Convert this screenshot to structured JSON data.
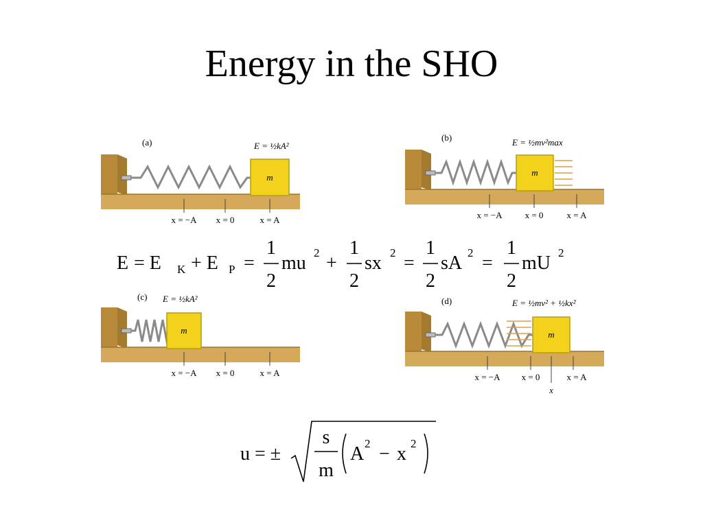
{
  "title": "Energy in the SHO",
  "panels": [
    {
      "id": "a",
      "label": "(a)",
      "energy": "E = ½kA²",
      "positions": [
        "x = −A",
        "x = 0",
        "x = A"
      ],
      "mass_label": "m"
    },
    {
      "id": "b",
      "label": "(b)",
      "energy": "E = ½mv²max",
      "positions": [
        "x = −A",
        "x = 0",
        "x = A"
      ],
      "mass_label": "m"
    },
    {
      "id": "c",
      "label": "(c)",
      "energy": "E = ½kA²",
      "positions": [
        "x = −A",
        "x = 0",
        "x = A"
      ],
      "mass_label": "m"
    },
    {
      "id": "d",
      "label": "(d)",
      "energy": "E = ½mv² + ½kx²",
      "positions": [
        "x = −A",
        "x = 0",
        "x = A"
      ],
      "mass_label": "m",
      "extra_label": "x"
    }
  ],
  "equation_energy": {
    "lhs": "E",
    "eq1": "= E",
    "sub_k": "K",
    "plus1": "+ E",
    "sub_p": "P",
    "frac_num": "1",
    "frac_den": "2",
    "term_mu": "mu",
    "term_sx": "sx",
    "term_sA": "sA",
    "term_mU": "mU",
    "sup2": "2",
    "plus": "+",
    "equals": "="
  },
  "equation_velocity": {
    "lhs": "u = ±",
    "num": "s",
    "den": "m",
    "paren_content_A": "A",
    "minus": "−",
    "paren_content_x": "x",
    "sup2": "2"
  },
  "colors": {
    "wood": "#D4A95A",
    "wood_dark": "#B88A3A",
    "block": "#F3D21E",
    "block_edge": "#B89C10",
    "spring": "#8A8A8A",
    "motion_lines": "#E0A040"
  }
}
